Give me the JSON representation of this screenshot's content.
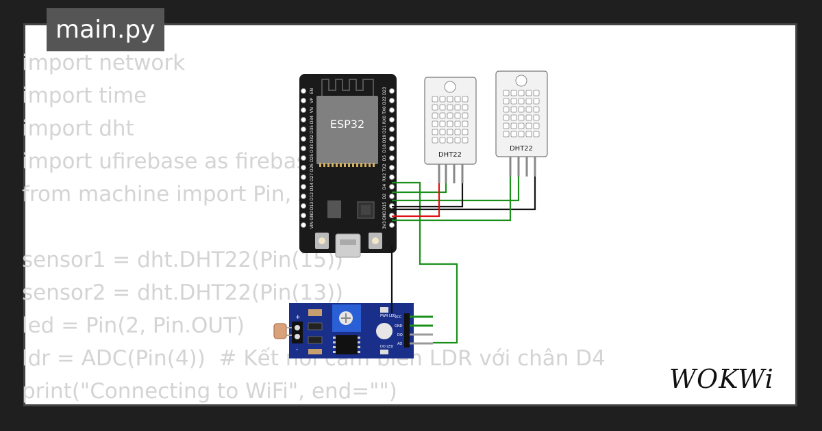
{
  "editor": {
    "tab_label": "main.py",
    "code_lines": [
      "import network",
      "import time",
      "import dht",
      "import ufirebase as firebase",
      "from machine import Pin, ADC",
      "",
      "sensor1 = dht.DHT22(Pin(15))",
      "sensor2 = dht.DHT22(Pin(13))",
      "led = Pin(2, Pin.OUT)",
      "ldr = ADC(Pin(4))  # Kết nối cảm biến LDR với chân D4",
      "print(\"Connecting to WiFi\", end=\"\")"
    ]
  },
  "diagram": {
    "esp32_label": "ESP32",
    "dht22_left_label": "DHT22",
    "dht22_right_label": "DHT22",
    "ldr_module_labels": [
      "PWR LED",
      "DO LED",
      "VCC",
      "GND",
      "DO",
      "AO",
      "+",
      "-"
    ],
    "esp32_left_pins": [
      "EN",
      "VP",
      "VN",
      "D34",
      "D35",
      "D32",
      "D33",
      "D25",
      "D26",
      "D27",
      "D14",
      "D12",
      "D13",
      "GND",
      "VIN"
    ],
    "esp32_right_pins": [
      "D23",
      "D22",
      "TX0",
      "RX0",
      "D21",
      "D19",
      "D18",
      "D5",
      "TX2",
      "RX2",
      "D4",
      "D2",
      "D15",
      "GND",
      "3V3"
    ]
  },
  "branding": {
    "logo_text": "WOKWi"
  },
  "colors": {
    "background": "#1f1f1f",
    "card": "#ffffff",
    "tab": "#555555",
    "code_text": "#d4d4d4",
    "board": "#1a1a1a",
    "chip": "#808080",
    "module_blue": "#1a2f8a",
    "wire_green": "#1a8f1a",
    "wire_red": "#dd1111",
    "wire_black": "#111111"
  }
}
